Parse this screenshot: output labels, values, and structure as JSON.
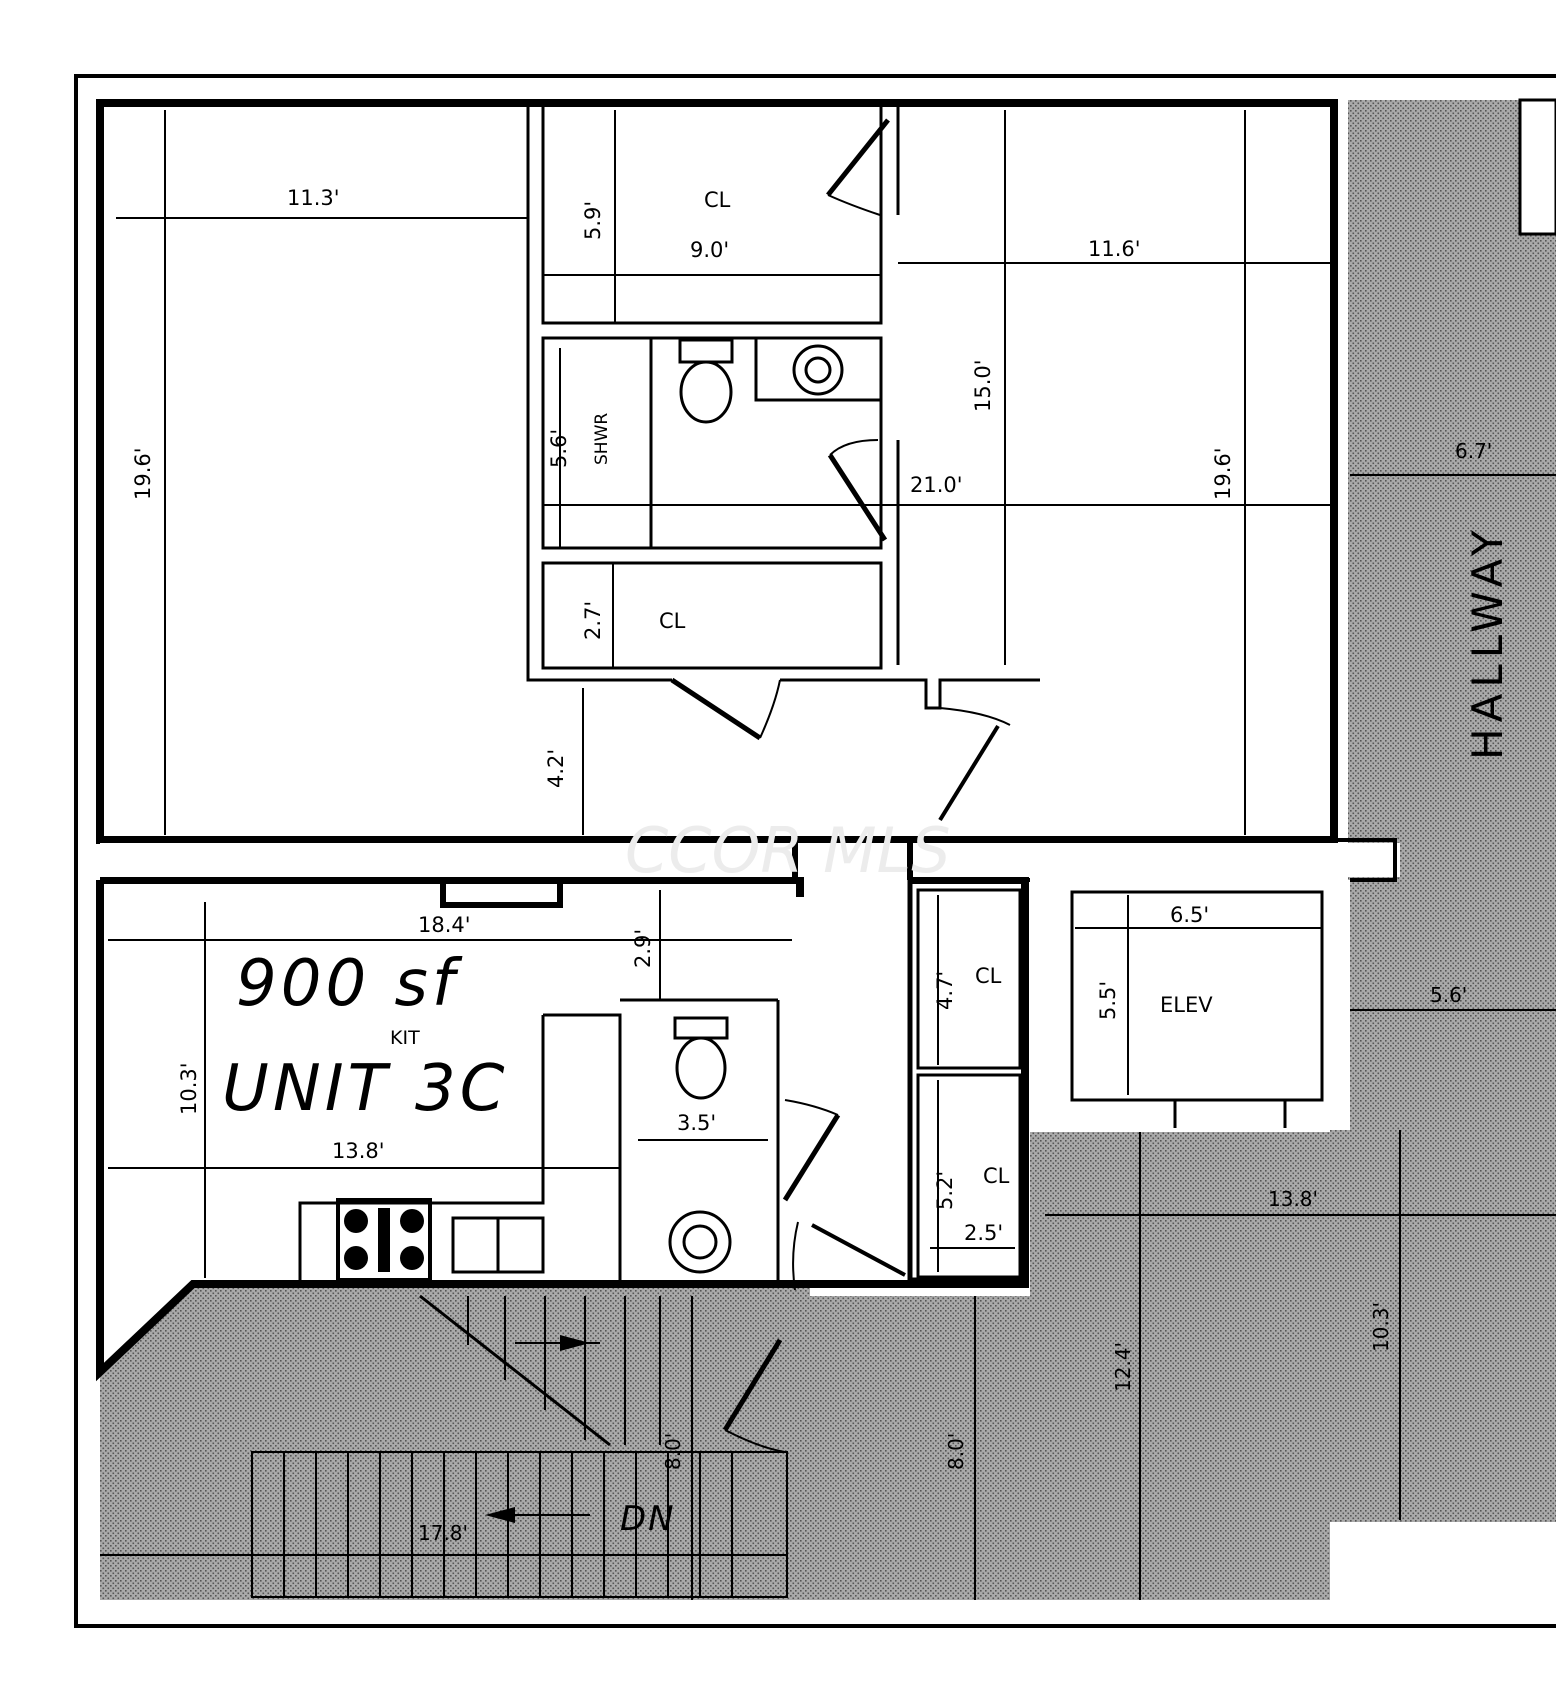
{
  "plan": {
    "area_label": "900 sf",
    "unit_label": "UNIT 3C",
    "watermark": "CCOR MLS",
    "rooms": {
      "closet_top": "CL",
      "shower": "SHWR",
      "closet_mid": "CL",
      "kitchen": "KIT",
      "closet_right_top": "CL",
      "closet_right_bottom": "CL",
      "elevator": "ELEV",
      "hallway": "HALLWAY",
      "stairs_down": "DN"
    },
    "dimensions": {
      "bedroom_left_width": "11.3'",
      "bedroom_left_height": "19.6'",
      "closet_top_width": "9.0'",
      "closet_top_height": "5.9'",
      "bedroom_right_width": "11.6'",
      "bedroom_right_height_inner": "15.0'",
      "bedroom_right_height": "19.6'",
      "bedrooms_span": "21.0'",
      "shower_height": "5.6'",
      "closet_mid_height": "2.7'",
      "hall_nook": "4.2'",
      "living_width": "18.4'",
      "kitchen_gap": "2.9'",
      "living_height": "10.3'",
      "kitchen_width": "13.8'",
      "bath_width": "3.5'",
      "closet_right_top_height": "4.7'",
      "closet_right_bottom_height": "5.2'",
      "closet_right_bottom_width": "2.5'",
      "elevator_width": "6.5'",
      "elevator_height": "5.5'",
      "hall_top": "6.7'",
      "hall_mid": "5.6'",
      "hall_low_width": "13.8'",
      "hall_low_height": "10.3'",
      "hall_depth": "12.4'",
      "stair_landing": "8.0'",
      "stair_landing_2": "8.0'",
      "stairs_width": "17.8'"
    }
  }
}
